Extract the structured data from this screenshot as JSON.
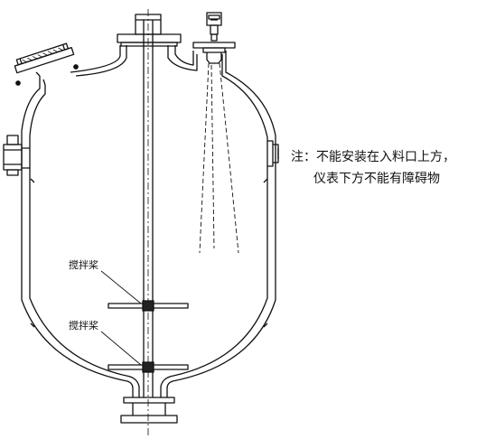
{
  "note": {
    "line1": "注：不能安装在入料口上方，",
    "line2": "仪表下方不能有障碍物"
  },
  "labels": {
    "agitator_upper": "搅拌桨",
    "agitator_lower": "搅拌桨"
  },
  "colors": {
    "line": "#111111",
    "background": "#ffffff"
  }
}
